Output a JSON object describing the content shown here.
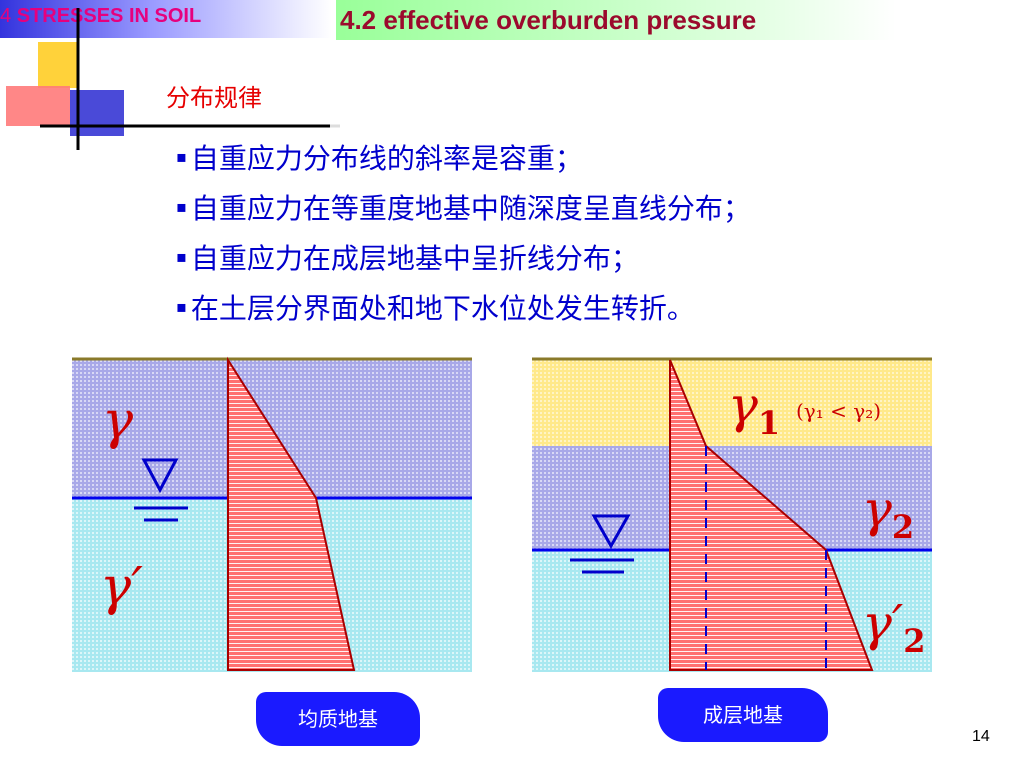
{
  "header": {
    "chapter_number": "4",
    "chapter_title": "STRESSES IN SOIL",
    "section_title": "4.2 effective overburden pressure"
  },
  "subtitle": "分布规律",
  "bullets": [
    "自重应力分布线的斜率是容重；",
    "自重应力在等重度地基中随深度呈直线分布；",
    "自重应力在成层地基中呈折线分布；",
    "在土层分界面处和地下水位处发生转折。"
  ],
  "bullet_mark": "▪",
  "diagram_left": {
    "label_upper": "γ",
    "label_lower": "γ′",
    "caption": "均质地基"
  },
  "diagram_right": {
    "label_1": "γ",
    "label_1_sub": "1",
    "condition": "(γ₁ < γ₂)",
    "label_2": "γ",
    "label_2_sub": "2",
    "label_3": "γ′",
    "label_3_sub": "2",
    "caption": "成层地基"
  },
  "page_number": "14",
  "colors": {
    "soil_blue": "#a8a8e8",
    "soil_yellow": "#ffe98a",
    "water": "#a8e8f0",
    "stress_fill": "#ff7070",
    "water_line": "#0000ee",
    "text_blue": "#0000cc",
    "label_red": "#cc0000"
  }
}
